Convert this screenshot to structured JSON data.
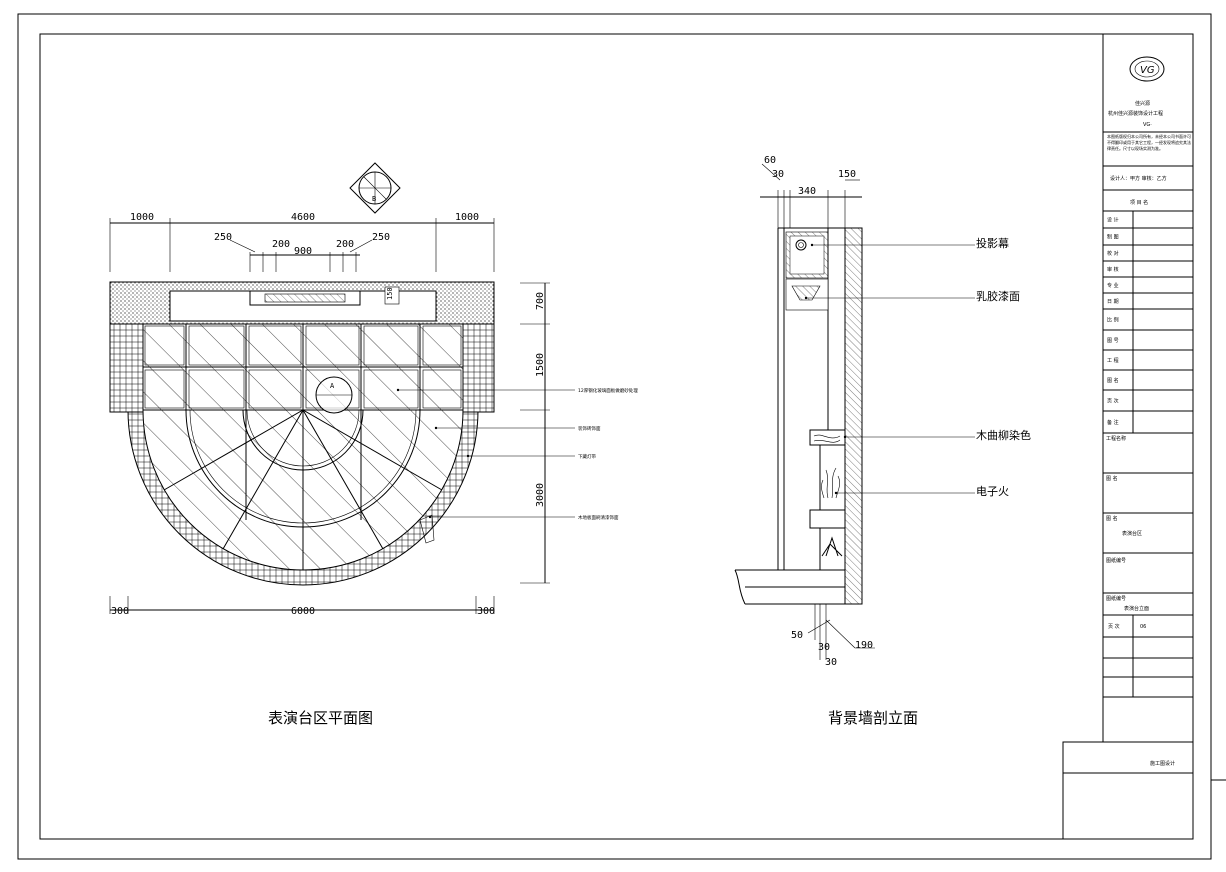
{
  "plan": {
    "title": "表演台区平面图",
    "dims_top": [
      "1000",
      "4600",
      "1000"
    ],
    "dims_inner": [
      "250",
      "200",
      "900",
      "200",
      "250"
    ],
    "dim_small": "150",
    "dims_right": [
      "700",
      "1500",
      "3000"
    ],
    "dims_bottom": [
      "300",
      "6000",
      "300"
    ],
    "north_label": "B",
    "detail_label": "A",
    "callouts": [
      "12厚钢化玻璃面板做磨砂处理",
      "装饰砖饰面",
      "下藏灯带",
      "木地板面刷清漆饰面"
    ]
  },
  "section": {
    "title": "背景墙剖立面",
    "dims_top": [
      "60",
      "30",
      "340",
      "150"
    ],
    "dims_bottom": [
      "50",
      "30",
      "30",
      "190"
    ],
    "callouts": [
      "投影幕",
      "乳胶漆面",
      "木曲柳染色",
      "电子火"
    ]
  },
  "titleblock": {
    "company": "佳兴源",
    "company_sub": "杭州佳兴源装饰设计工程",
    "company_code": "VG·",
    "note": "本图纸版权归本公司所有，未经本公司书面许可不得翻印或用于其它工程，一经发现将追究其法律责任。尺寸以现场实测为准。",
    "project_row": "设计人：甲方  审核：乙方",
    "header_row": "项  目  名",
    "fields": [
      "设 计",
      "制 图",
      "校 对",
      "审 核",
      "专 业",
      "日 期",
      "比 例",
      "图 号",
      "工 程",
      "图 名",
      "页 次",
      "备 注"
    ],
    "project_name_label": "工程名称",
    "drawing_label": "图 名",
    "drawing_name": "表演台区",
    "sheet_label": "图纸编号",
    "sheet_name": "表演台立面",
    "page_label": "页 次",
    "page_no": "06",
    "bottom_note": "施工图设计"
  }
}
